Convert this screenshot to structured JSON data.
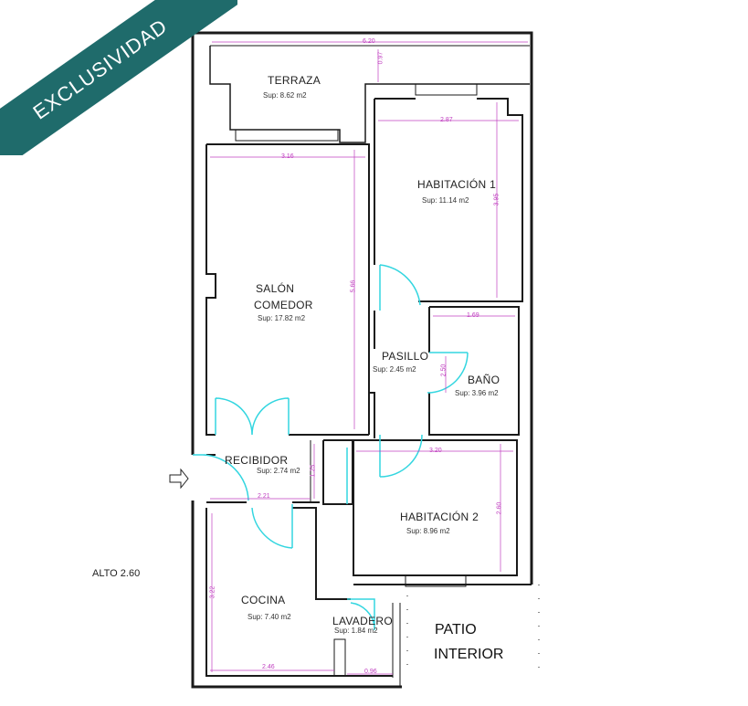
{
  "badge": {
    "text": "EXCLUSIVIDAD",
    "color": "#1f6b6b"
  },
  "colors": {
    "wall": "#1a1a1a",
    "door": "#33d6e0",
    "dimension": "#c040c0"
  },
  "rooms": {
    "terraza": {
      "name": "TERRAZA",
      "area": "Sup: 8.62 m2"
    },
    "habitacion1": {
      "name": "HABITACIÓN 1",
      "area": "Sup: 11.14 m2"
    },
    "salon_line1": "SALÓN",
    "salon_line2": "COMEDOR",
    "salon_area": "Sup: 17.82 m2",
    "pasillo": {
      "name": "PASILLO",
      "area": "Sup: 2.45 m2"
    },
    "bano": {
      "name": "BAÑO",
      "area": "Sup: 3.96 m2"
    },
    "recibidor": {
      "name": "RECIBIDOR",
      "area": "Sup: 2.74 m2"
    },
    "habitacion2": {
      "name": "HABITACIÓN 2",
      "area": "Sup: 8.96 m2"
    },
    "cocina": {
      "name": "COCINA",
      "area": "Sup: 7.40 m2"
    },
    "lavadero": {
      "name": "LAVADERO",
      "area": "Sup: 1.84 m2"
    }
  },
  "dimensions": {
    "terraza_width": "6.20",
    "terraza_depth": "0.97",
    "hab1_width": "2.87",
    "hab1_depth": "3.95",
    "salon_width": "3.16",
    "salon_depth": "5.66",
    "bano_width": "1.69",
    "bano_depth": "2.50",
    "hab2_width": "3.20",
    "hab2_depth": "2.60",
    "recibidor_depth": "1.25",
    "recibidor_width": "2.21",
    "cocina_depth": "3.22",
    "cocina_width": "2.46",
    "lavadero_width": "0.96"
  },
  "alto": "ALTO 2.60",
  "patio_line1": "PATIO",
  "patio_line2": "INTERIOR"
}
